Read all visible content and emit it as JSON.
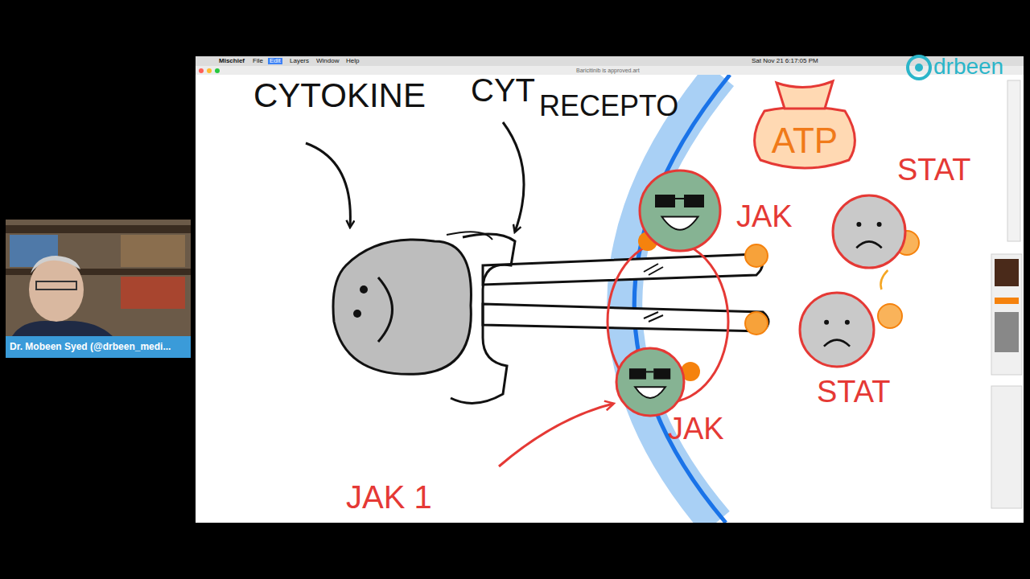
{
  "diagram": {
    "nodes": [
      {
        "text": [
          "ATP"
        ]
      },
      {
        "text": [
          "JAK"
        ]
      },
      {
        "text": [
          "STAT"
        ]
      },
      {
        "text": [
          "STAT"
        ]
      },
      {
        "text": [
          "JAK"
        ]
      }
    ],
    "edges": [
      {
        "from": 2,
        "to": 3,
        "arrow": "none"
      }
    ],
    "labels": [
      "CYTOKINE",
      "CYT",
      "RECEPTO",
      "JAK 1",
      "Mischief",
      "File",
      "Edit",
      "Layers",
      "Window",
      "Help",
      "Sat Nov 21 6:17:05 PM",
      "Baricitinib is approved.art",
      "drbeen",
      "Dr. Mobeen Syed (@drbeen_medi..."
    ]
  }
}
